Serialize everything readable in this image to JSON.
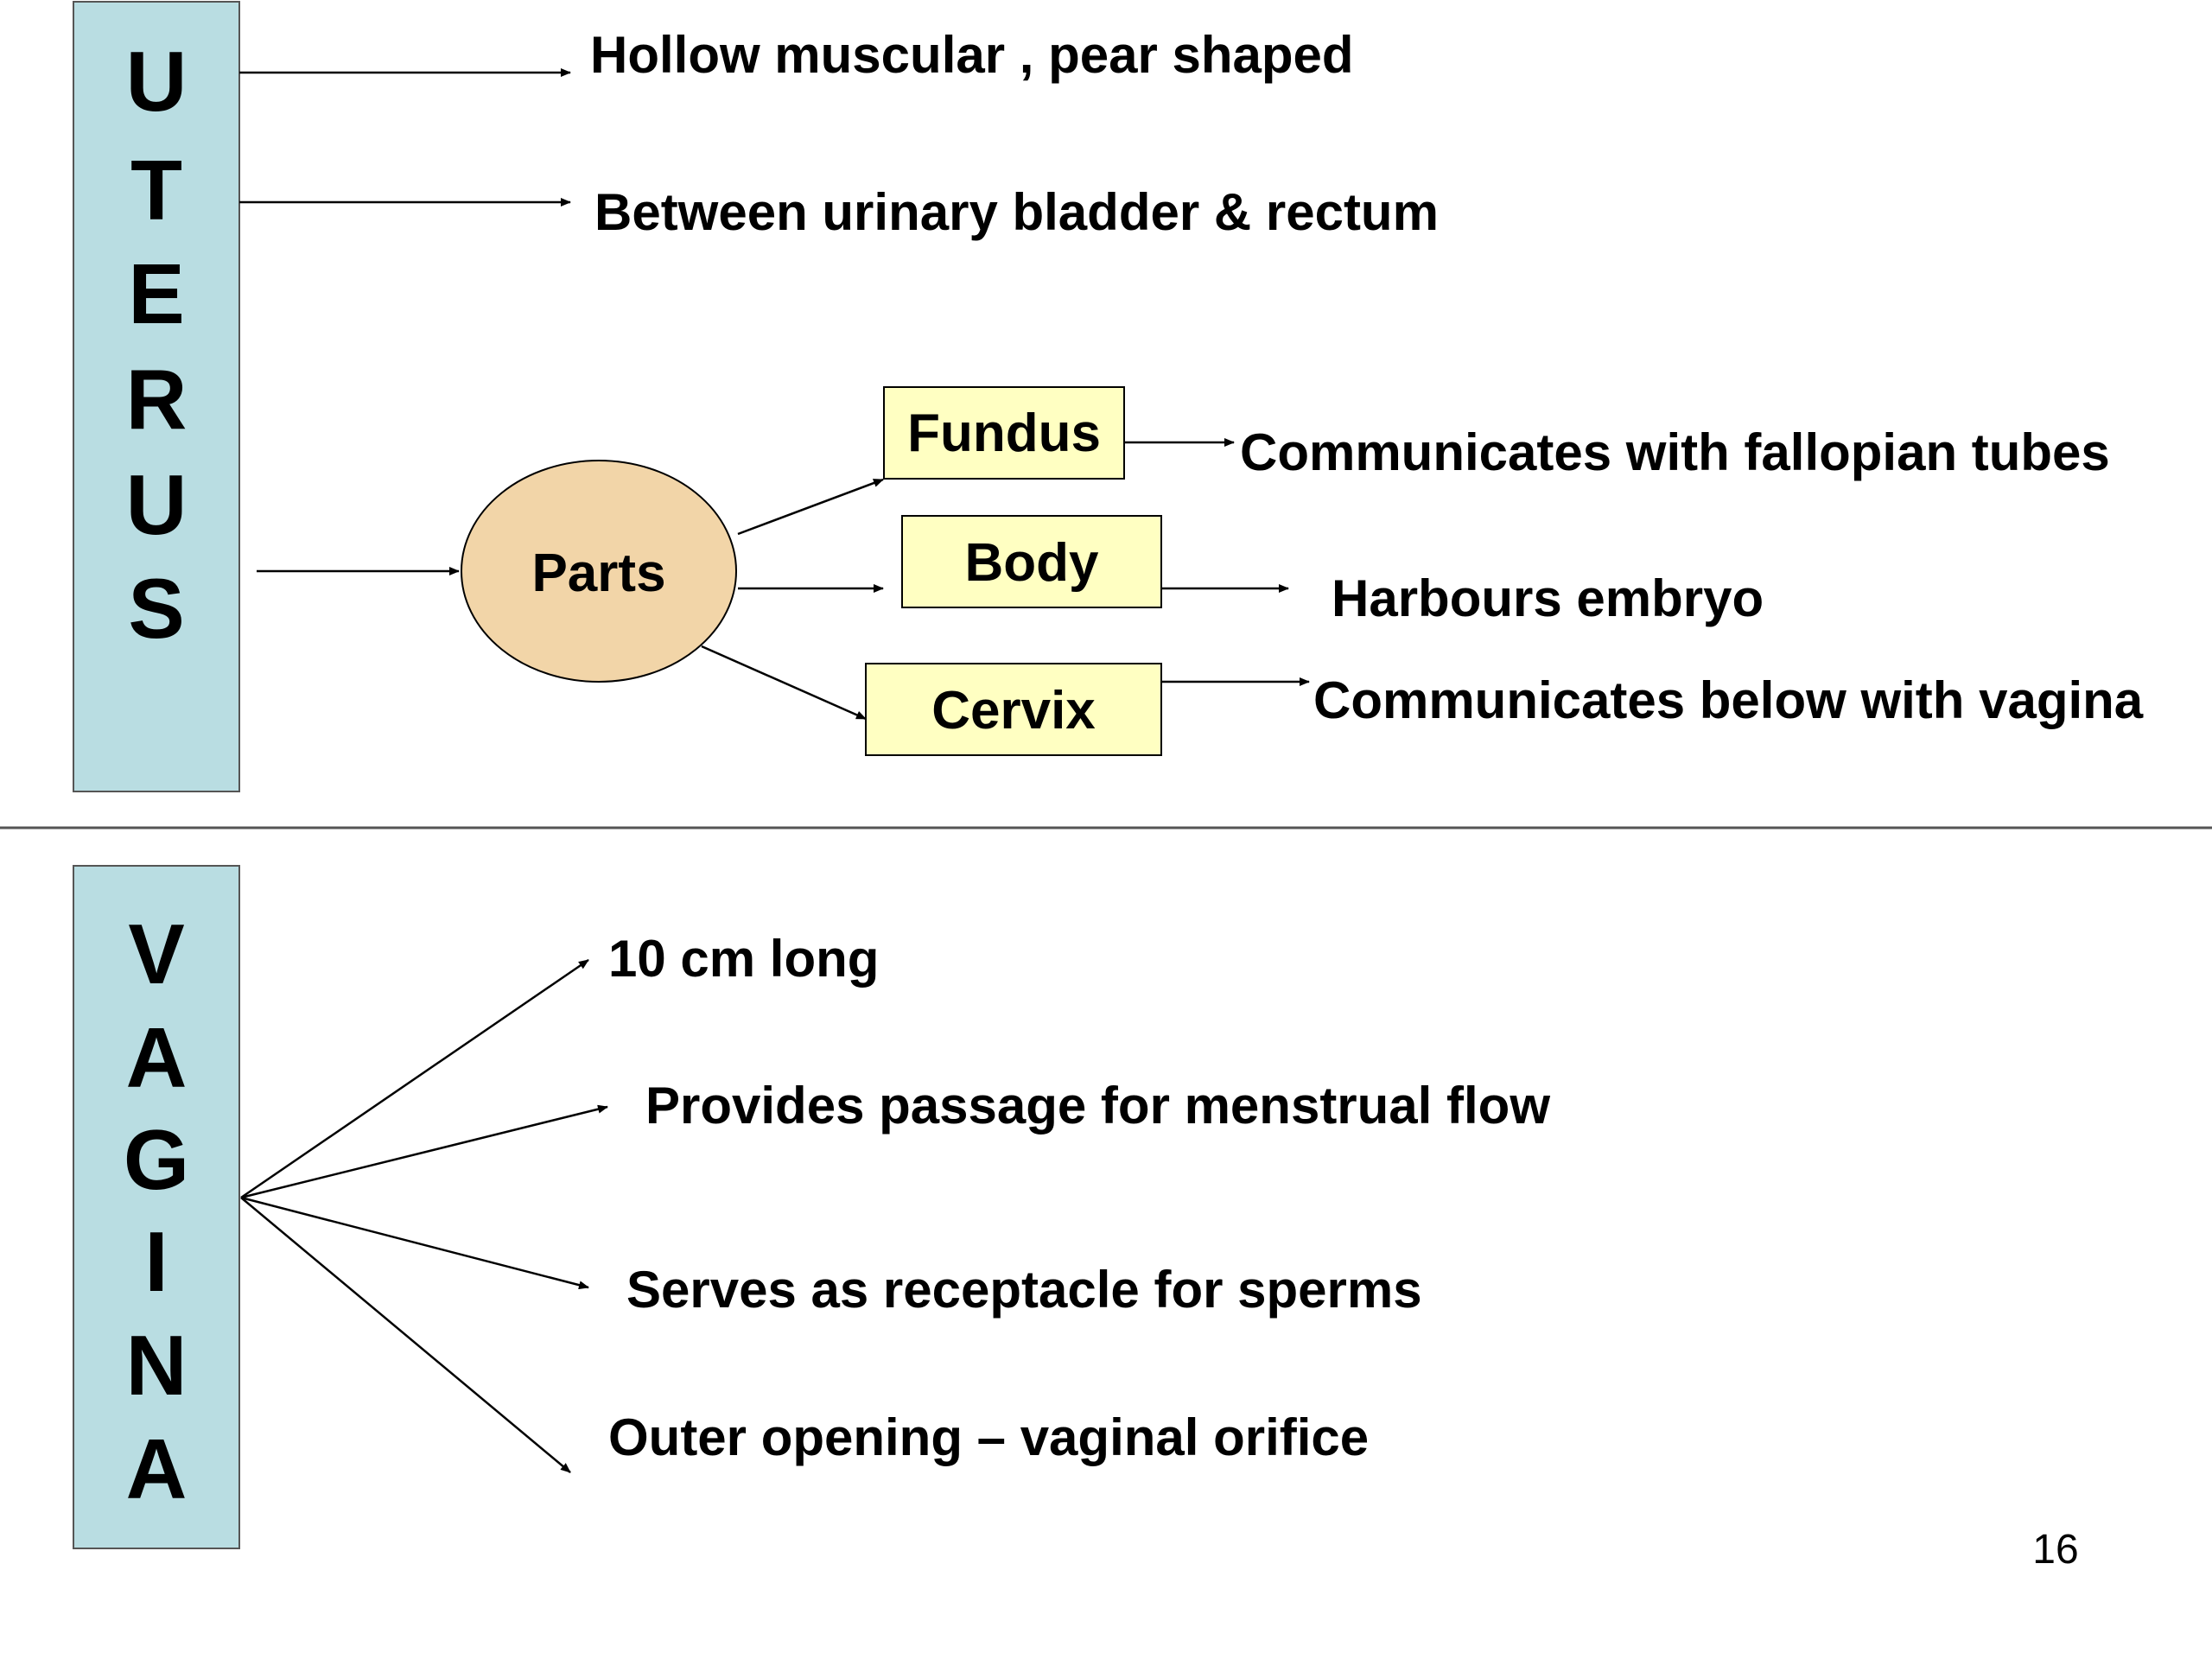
{
  "colors": {
    "side_box_fill": "#b9dde2",
    "parts_ellipse_fill": "#f2d5a8",
    "part_box_fill": "#ffffc2",
    "divider": "#555555",
    "stroke": "#000000",
    "text": "#000000"
  },
  "uterus": {
    "side_label": "UTERUS",
    "letters": [
      "U",
      "T",
      "E",
      "R",
      "U",
      "S"
    ],
    "fact_1": "Hollow muscular , pear shaped",
    "fact_2": "Between urinary bladder & rectum",
    "parts_label": "Parts",
    "parts": [
      {
        "name": "Fundus",
        "description": "Communicates with fallopian tubes"
      },
      {
        "name": "Body",
        "description": "Harbours embryo"
      },
      {
        "name": "Cervix",
        "description": "Communicates below with vagina"
      }
    ]
  },
  "vagina": {
    "side_label": "VAGINA",
    "letters": [
      "V",
      "A",
      "G",
      "I",
      "N",
      "A"
    ],
    "facts": [
      "10 cm long",
      "Provides passage for menstrual flow",
      "Serves as receptacle for sperms",
      "Outer opening – vaginal orifice"
    ]
  },
  "page_number": "16"
}
